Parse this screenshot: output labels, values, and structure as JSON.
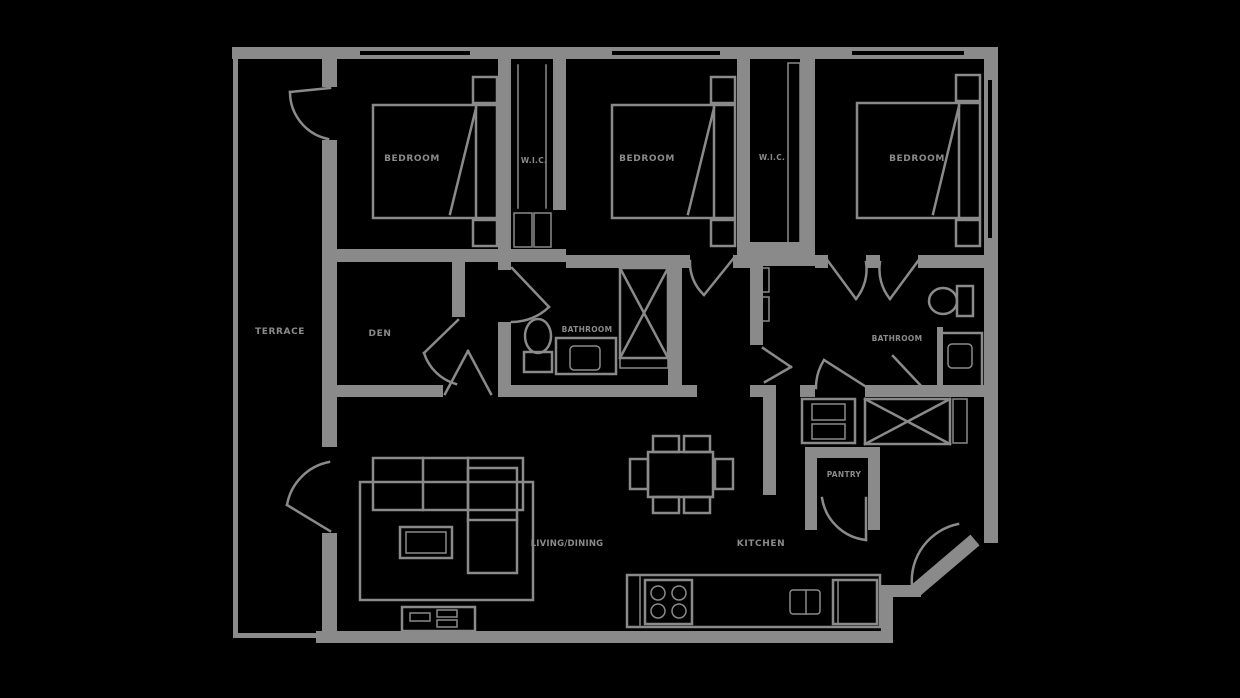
{
  "canvas": {
    "background": "#000000",
    "wall_color": "#8a8a8a"
  },
  "floor_plan": {
    "type": "apartment-floor-plan",
    "rooms": {
      "terrace": {
        "label": "TERRACE"
      },
      "bedroom_1": {
        "label": "BEDROOM"
      },
      "closet_1": {
        "label": "W.I.C."
      },
      "bedroom_2": {
        "label": "BEDROOM"
      },
      "closet_2": {
        "label": "W.I.C."
      },
      "bedroom_3": {
        "label": "BEDROOM"
      },
      "den": {
        "label": "DEN"
      },
      "bathroom_1": {
        "label": "BATHROOM"
      },
      "bathroom_2": {
        "label": "BATHROOM"
      },
      "pantry": {
        "label": "PANTRY"
      },
      "kitchen": {
        "label": "KITCHEN"
      },
      "living_dining": {
        "label": "LIVING/DINING"
      }
    },
    "fixtures": [
      "bed-icon",
      "nightstand-icon",
      "wardrobe-icon",
      "shower-icon",
      "toilet-icon",
      "vanity-sink-icon",
      "washer-dryer-icon",
      "range-icon",
      "kitchen-sink-icon",
      "refrigerator-icon",
      "dining-table-icon",
      "chair-icon",
      "sofa-icon",
      "coffee-table-icon",
      "media-console-icon",
      "door-swing-icon"
    ]
  }
}
